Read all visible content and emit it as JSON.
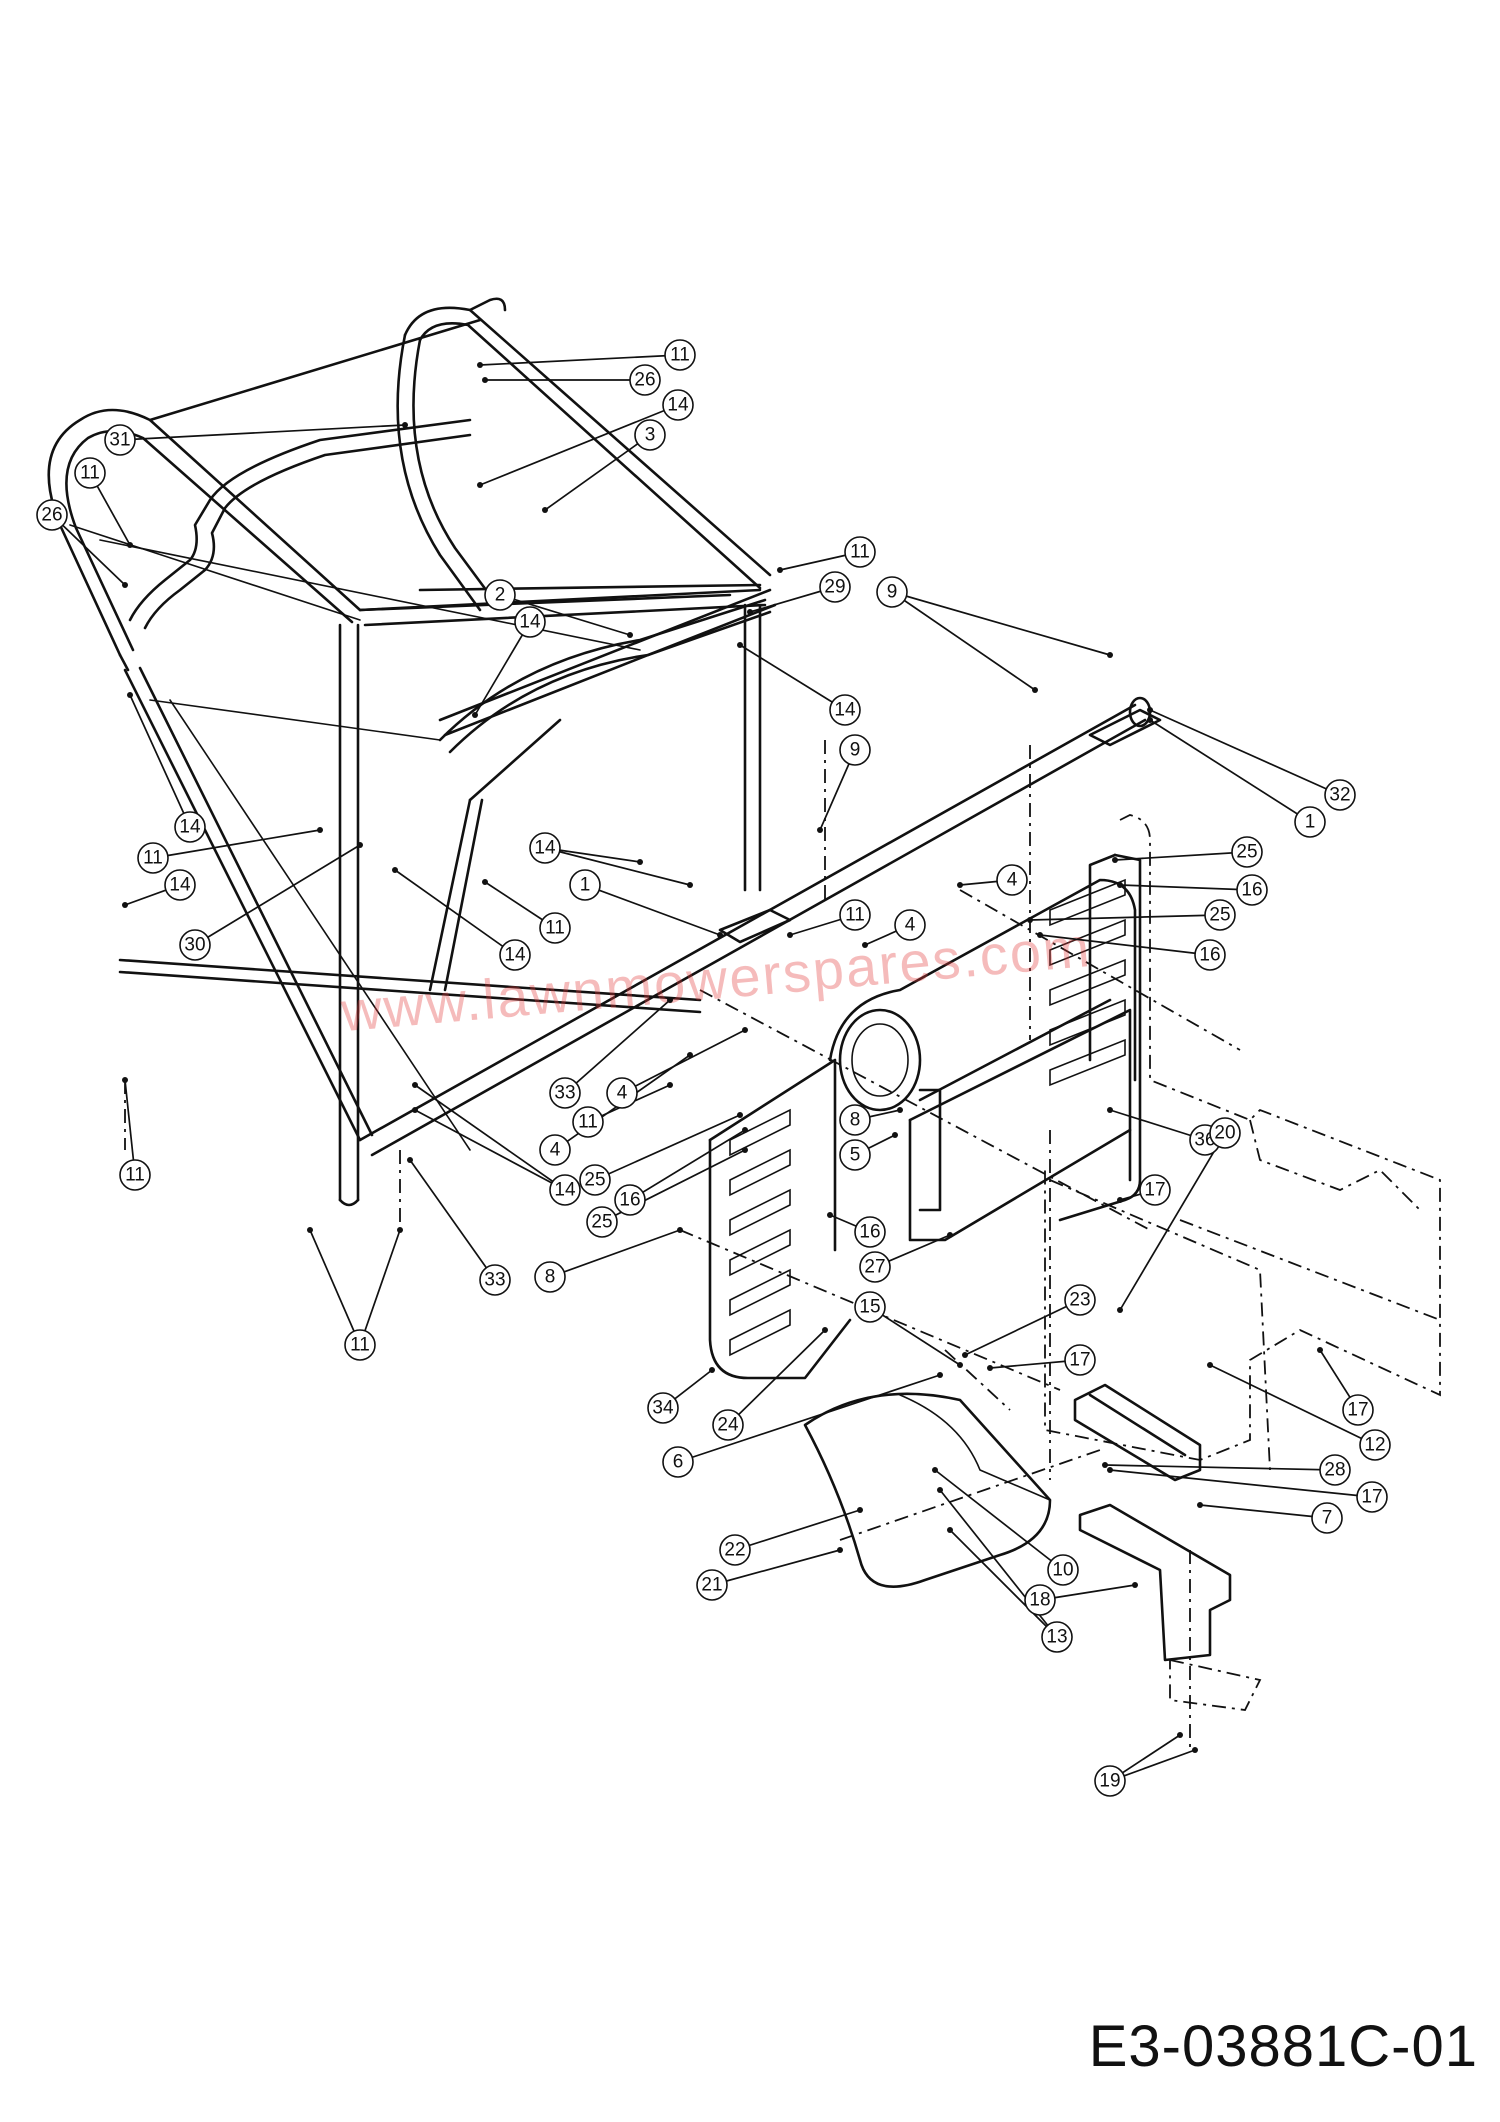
{
  "watermark": "www.lawnmowerspares.com",
  "figure_code": "E3-03881C-01",
  "callouts": [
    "1",
    "2",
    "3",
    "4",
    "5",
    "6",
    "7",
    "8",
    "9",
    "10",
    "11",
    "12",
    "13",
    "14",
    "15",
    "16",
    "17",
    "18",
    "19",
    "20",
    "21",
    "22",
    "23",
    "24",
    "25",
    "26",
    "27",
    "28",
    "29",
    "30",
    "31",
    "32",
    "33",
    "34",
    "36"
  ]
}
